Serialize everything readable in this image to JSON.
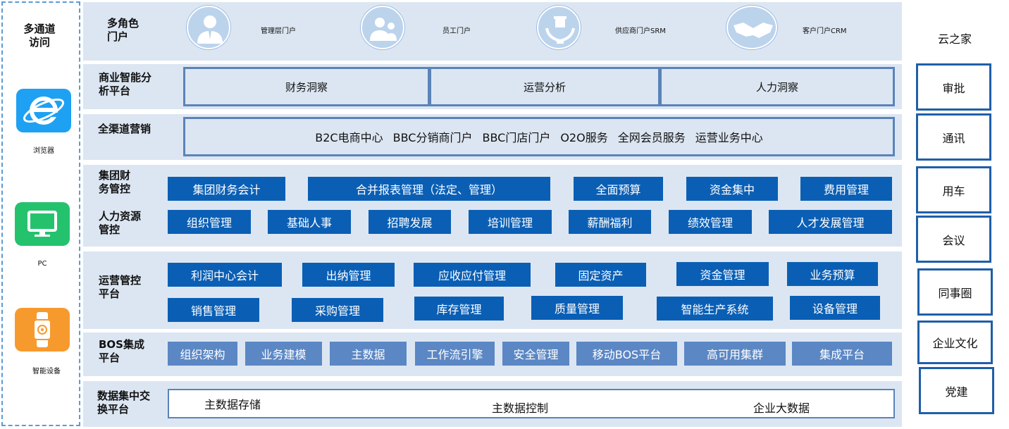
{
  "left": {
    "title": "多通道\n访问",
    "items": [
      {
        "label": "浏览器",
        "icon": "ie-browser-icon",
        "color": "#1ea1f2"
      },
      {
        "label": "PC",
        "icon": "monitor-icon",
        "color": "#25c26e"
      },
      {
        "label": "智能设备",
        "icon": "smartwatch-icon",
        "color": "#f79a2e"
      }
    ]
  },
  "rows": {
    "portal": {
      "label": "多角色\n门户",
      "items": [
        {
          "label": "管理层门户",
          "icon": "manager-icon"
        },
        {
          "label": "员工门户",
          "icon": "employees-icon"
        },
        {
          "label": "供应商门户SRM",
          "icon": "gift-hands-icon"
        },
        {
          "label": "客户门户CRM",
          "icon": "handshake-icon"
        }
      ]
    },
    "bi": {
      "label": "商业智能分\n析平台",
      "items": [
        "财务洞察",
        "运营分析",
        "人力洞察"
      ]
    },
    "channel": {
      "label": "全渠道营销",
      "items": [
        "B2C电商中心",
        "BBC分销商门户",
        "BBC门店门户",
        "O2O服务",
        "全网会员服务",
        "运营业务中心"
      ]
    },
    "finance": {
      "label": "集团财\n务管控",
      "items": [
        "集团财务会计",
        "合并报表管理（法定、管理）",
        "全面预算",
        "资金集中",
        "费用管理"
      ]
    },
    "hr": {
      "label": "人力资源\n管控",
      "items": [
        "组织管理",
        "基础人事",
        "招聘发展",
        "培训管理",
        "薪酬福利",
        "绩效管理",
        "人才发展管理"
      ]
    },
    "ops": {
      "label": "运营管控\n平台",
      "row1": [
        "利润中心会计",
        "出纳管理",
        "应收应付管理",
        "固定资产",
        "资金管理",
        "业务预算"
      ],
      "row2": [
        "销售管理",
        "采购管理",
        "库存管理",
        "质量管理",
        "智能生产系统",
        "设备管理"
      ]
    },
    "bos": {
      "label": "BOS集成\n平台",
      "items": [
        "组织架构",
        "业务建模",
        "主数据",
        "工作流引擎",
        "安全管理",
        "移动BOS平台",
        "高可用集群",
        "集成平台"
      ]
    },
    "data": {
      "label": "数据集中交\n换平台",
      "items": [
        "主数据存储",
        "主数据控制",
        "企业大数据"
      ]
    }
  },
  "right": {
    "title": "云之家",
    "items": [
      "审批",
      "通讯",
      "用车",
      "会议",
      "同事圈",
      "企业文化",
      "党建"
    ]
  },
  "colors": {
    "row_bg": "#dce6f2",
    "button": "#0a5fb5",
    "button_light": "#5b87c4",
    "border": "#5b83b8",
    "dashed": "#5b9bd5"
  }
}
